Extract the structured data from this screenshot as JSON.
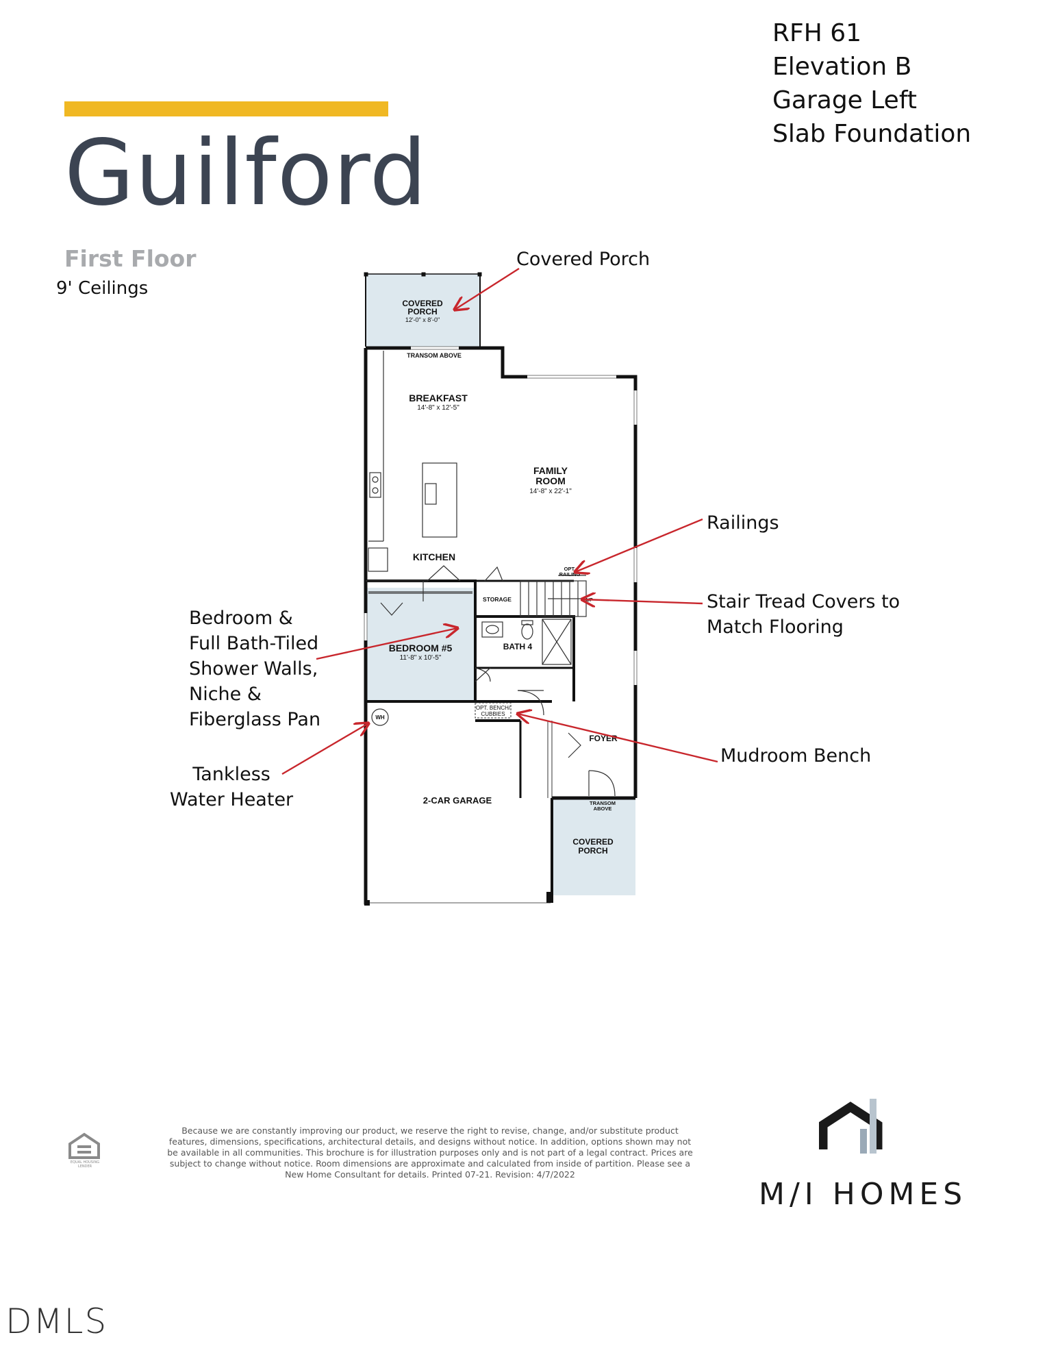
{
  "info": {
    "lines": [
      "RFH 61",
      "Elevation B",
      "Garage Left",
      "Slab Foundation"
    ]
  },
  "plan": {
    "name": "Guilford",
    "floor": "First Floor",
    "ceilings": "9' Ceilings"
  },
  "callouts": {
    "covered_porch": "Covered Porch",
    "railings": "Railings",
    "stair_line1": "Stair Tread Covers to",
    "stair_line2": "Match Flooring",
    "bedroom_line1": "Bedroom &",
    "bedroom_line2": "Full Bath-Tiled",
    "bedroom_line3": "Shower Walls,",
    "bedroom_line4": "Niche &",
    "bedroom_line5": "Fiberglass Pan",
    "mudroom": "Mudroom Bench",
    "water_line1": "Tankless",
    "water_line2": "Water Heater"
  },
  "rooms": {
    "covered_porch_top": "COVERED",
    "covered_porch_top2": "PORCH",
    "covered_porch_top_dim": "12'-0\" x 8'-0\"",
    "transom_top": "TRANSOM ABOVE",
    "breakfast": "BREAKFAST",
    "breakfast_dim": "14'-8\" x 12'-5\"",
    "family1": "FAMILY",
    "family2": "ROOM",
    "family_dim": "14'-8\" x 22'-1\"",
    "kitchen": "KITCHEN",
    "opt_railing1": "OPT.",
    "opt_railing2": "RAILING",
    "storage": "STORAGE",
    "up": "UP",
    "bedroom5": "BEDROOM #5",
    "bedroom5_dim": "11'-8\" x 10'-5\"",
    "bath4": "BATH 4",
    "bench1": "OPT. BENCH/",
    "bench2": "CUBBIES",
    "wh": "WH",
    "foyer": "FOYER",
    "garage": "2-CAR GARAGE",
    "transom_bottom1": "TRANSOM",
    "transom_bottom2": "ABOVE",
    "covered_porch_bottom1": "COVERED",
    "covered_porch_bottom2": "PORCH"
  },
  "disclaimer": "Because we are constantly improving our product, we reserve the right to revise, change, and/or substitute product features, dimensions, specifications, architectural details, and designs without notice. In addition, options shown may not be available in all communities. This brochure is for illustration purposes only and is not part of a legal contract. Prices are subject to change without notice. Room dimensions are approximate and calculated from inside of partition. Please see a New Home Consultant for details. Printed 07-21. Revision: 4/7/2022",
  "brand": {
    "name": "M/I HOMES"
  },
  "equal_housing": "EQUAL HOUSING LENDER",
  "watermark": "DMLS",
  "colors": {
    "accent_gold": "#f0b823",
    "title_slate": "#3c4452",
    "shaded_room": "#dde8ee",
    "arrow_red": "#c8262c"
  }
}
